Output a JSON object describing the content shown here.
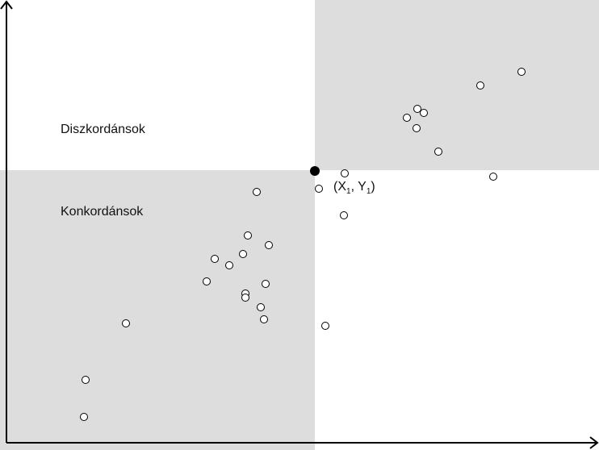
{
  "labels": {
    "discordant": "Diszkordánsok",
    "concordant": "Konkordánsok",
    "point_open": "(X",
    "point_sub1": "1",
    "point_mid": ", Y",
    "point_sub2": "1",
    "point_close": ")"
  },
  "colors": {
    "region": "#dddddd",
    "axis": "#000000",
    "point_fill": "#ffffff",
    "reference_point": "#000000"
  }
}
